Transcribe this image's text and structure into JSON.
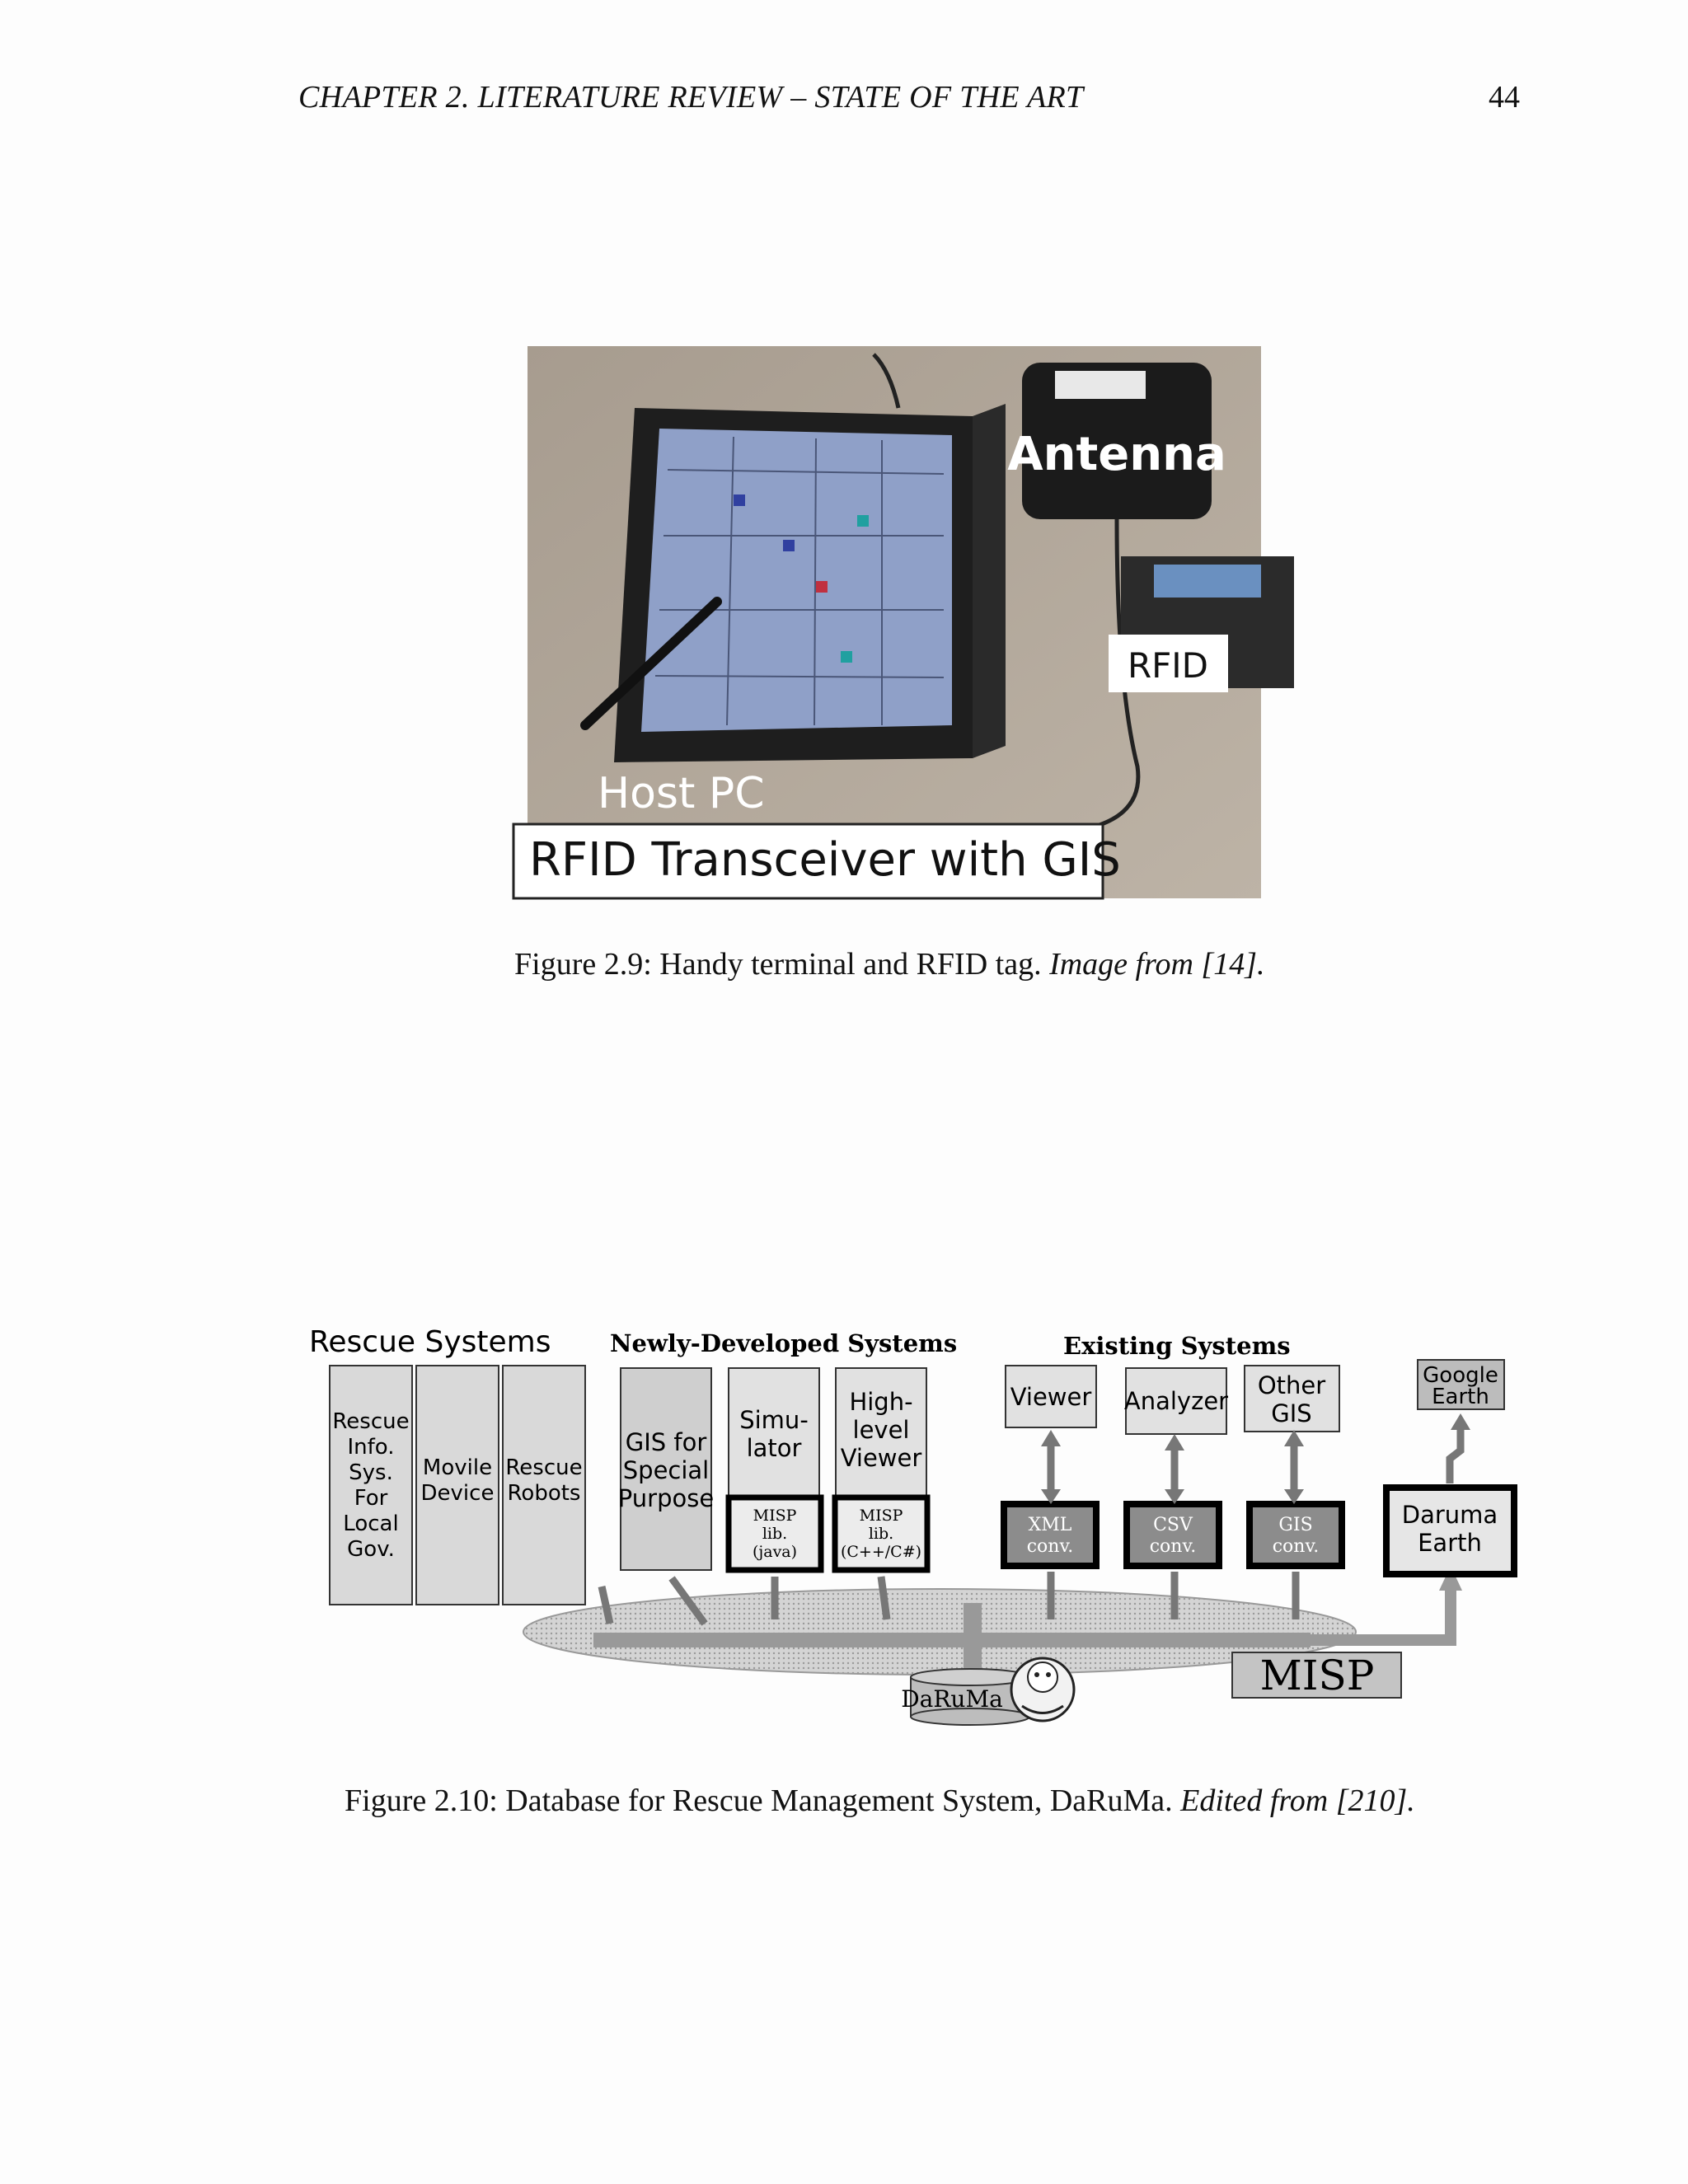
{
  "header": {
    "running_head": "CHAPTER 2.  LITERATURE REVIEW – STATE OF THE ART",
    "page_number": "44"
  },
  "figure1": {
    "labels": {
      "antenna": "Antenna",
      "rfid": "RFID",
      "host_pc": "Host PC",
      "banner": "RFID Transceiver with GIS"
    },
    "caption": {
      "label": "Figure 2.9:",
      "text": "Handy terminal and RFID tag.",
      "source": "Image from [14]."
    }
  },
  "figure2": {
    "group_titles": {
      "rescue": "Rescue Systems",
      "newly": "Newly-Developed Systems",
      "existing": "Existing Systems"
    },
    "rescue_boxes": {
      "info": [
        "Rescue",
        "Info.",
        "Sys.",
        "For",
        "Local",
        "Gov."
      ],
      "movile": [
        "Movile",
        "Device"
      ],
      "robots": [
        "Rescue",
        "Robots"
      ]
    },
    "newly_boxes": {
      "gis": [
        "GIS for",
        "Special",
        "Purpose"
      ],
      "simulator": [
        "Simu-",
        "lator"
      ],
      "viewer": [
        "High-",
        "level",
        "Viewer"
      ],
      "misp_java": [
        "MISP",
        "lib.",
        "(java)"
      ],
      "misp_cpp": [
        "MISP",
        "lib.",
        "(C++/C#)"
      ]
    },
    "existing_boxes": {
      "viewer": "Viewer",
      "analyzer": "Analyzer",
      "other_gis": [
        "Other",
        "GIS"
      ],
      "xml": [
        "XML",
        "conv."
      ],
      "csv": [
        "CSV",
        "conv."
      ],
      "gis_conv": [
        "GIS",
        "conv."
      ]
    },
    "google_earth": [
      "Google",
      "Earth"
    ],
    "daruma_earth": [
      "Daruma",
      "Earth"
    ],
    "misp": "MISP",
    "daruma_db": "DaRuMa",
    "caption": {
      "label": "Figure 2.10:",
      "text": "Database for Rescue Management System, DaRuMa.",
      "source": "Edited from [210]."
    }
  }
}
